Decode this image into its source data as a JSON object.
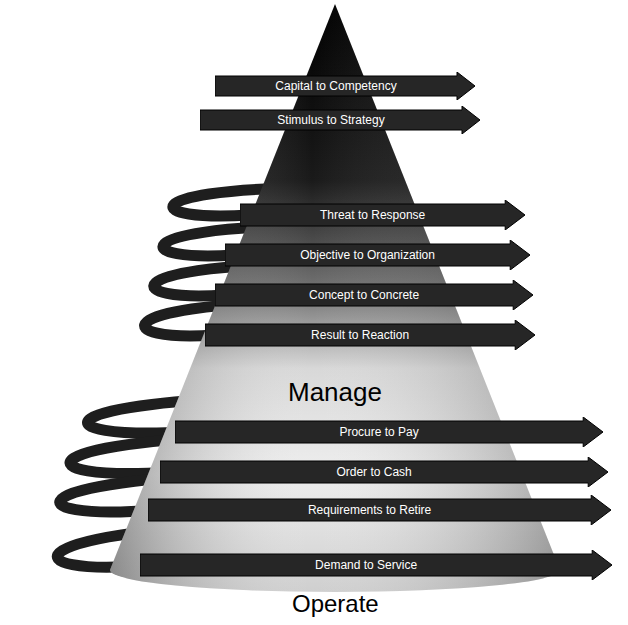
{
  "diagram": {
    "nodes": [
      {
        "text": [
          "Capital to Competency"
        ]
      },
      {
        "text": [
          "Stimulus to Strategy"
        ]
      },
      {
        "text": [
          "Threat to Response"
        ]
      },
      {
        "text": [
          "Objective to Organization"
        ]
      },
      {
        "text": [
          "Concept to Concrete"
        ]
      },
      {
        "text": [
          "Result to Reaction"
        ]
      },
      {
        "text": [
          "Procure to Pay"
        ]
      },
      {
        "text": [
          "Order to Cash"
        ]
      },
      {
        "text": [
          "Requirements to Retire"
        ]
      },
      {
        "text": [
          "Demand to Service"
        ]
      }
    ],
    "labels": [
      "Manage",
      "Operate"
    ]
  }
}
